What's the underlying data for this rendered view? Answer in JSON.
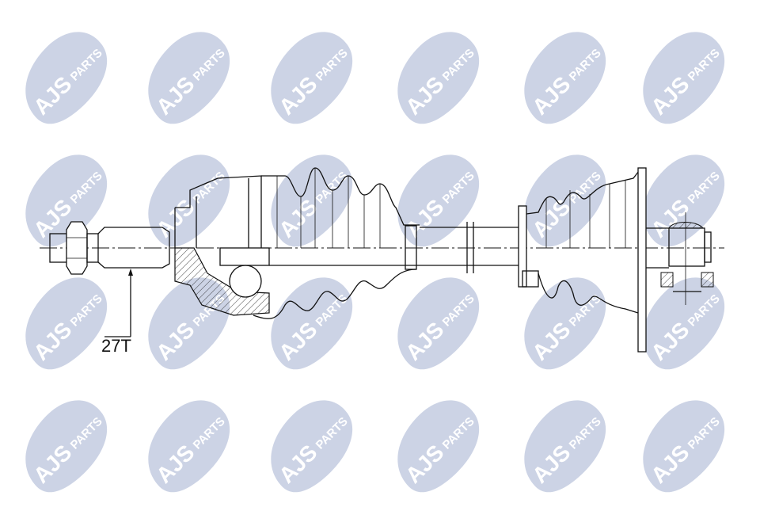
{
  "watermark": {
    "brand": "AJS",
    "sub": "PARTS",
    "color": "#c3cbe0"
  },
  "diagram": {
    "spline_label": "27T",
    "line_color": "#111111"
  }
}
